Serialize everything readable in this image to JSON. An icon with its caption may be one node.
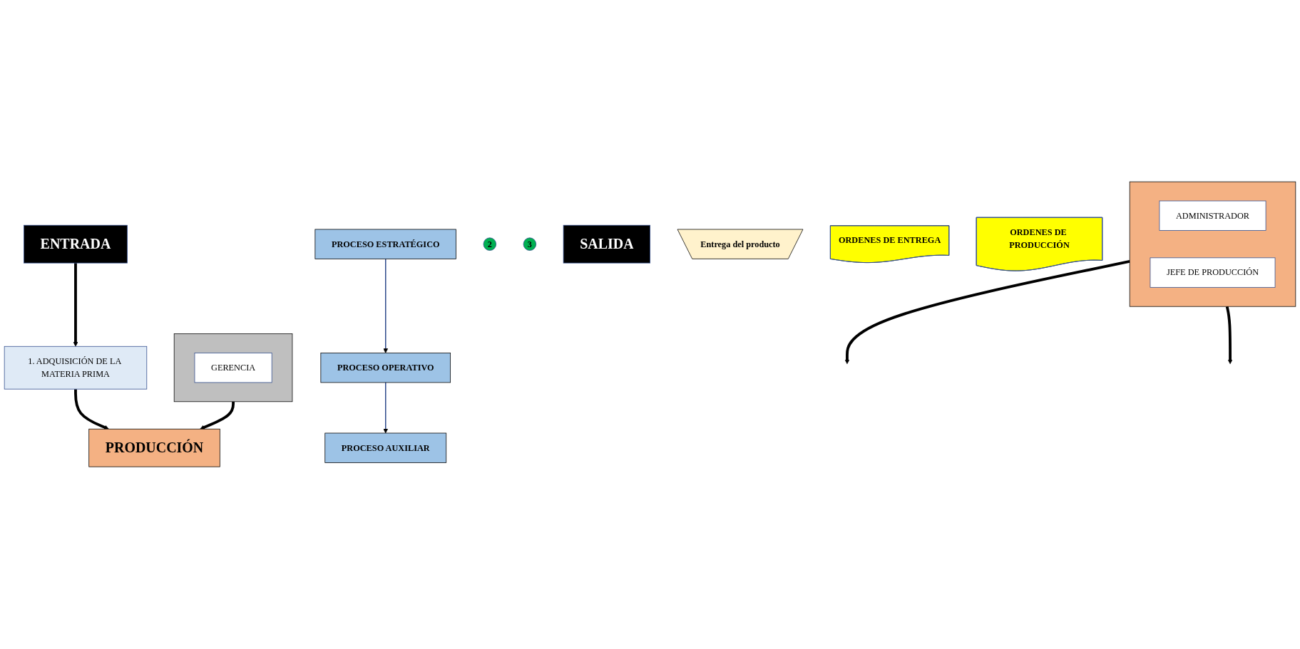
{
  "diagram": {
    "nodes": [
      {
        "text": [
          "ENTRADA"
        ]
      },
      {
        "text": [
          "1. ADQUISICIÓN DE LA MATERIA PRIMA"
        ]
      },
      {
        "text": [],
        "shape": "box"
      },
      {
        "text": [
          "GERENCIA"
        ],
        "in": 2
      },
      {
        "text": [
          "2"
        ]
      },
      {
        "text": [
          "PRODUCCIÓN"
        ]
      },
      {
        "text": [
          "3"
        ]
      },
      {
        "text": [
          "SALIDA"
        ]
      },
      {
        "text": [
          "Entrega del producto"
        ]
      },
      {
        "text": [
          "ORDENES DE ENTREGA"
        ]
      },
      {
        "text": [
          "ORDENES DE PRODUCCIÓN"
        ]
      },
      {
        "text": [
          "PROCESO ESTRATÉGICO"
        ]
      },
      {
        "text": [
          "PROCESO OPERATIVO"
        ]
      },
      {
        "text": [
          "PROCESO AUXILIAR"
        ]
      },
      {
        "text": [],
        "shape": "box"
      },
      {
        "text": [
          "ADMINISTRADOR"
        ],
        "in": 14
      },
      {
        "text": [
          "JEFE DE PRODUCCIÓN"
        ],
        "in": 14
      }
    ],
    "edges": [
      {
        "from": 0,
        "to": 1,
        "arrow": "to"
      },
      {
        "from": 1,
        "to": 5,
        "arrow": "to"
      },
      {
        "from": 2,
        "to": 5,
        "arrow": "to"
      },
      {
        "from": 11,
        "to": 12,
        "arrow": "to",
        "color": "#2f4b8c"
      },
      {
        "from": 12,
        "to": 13,
        "arrow": "to",
        "color": "#2f4b8c"
      },
      {
        "from": 14,
        "to": null,
        "arrow": "to"
      },
      {
        "from": 14,
        "to": null,
        "arrow": "to"
      }
    ]
  }
}
